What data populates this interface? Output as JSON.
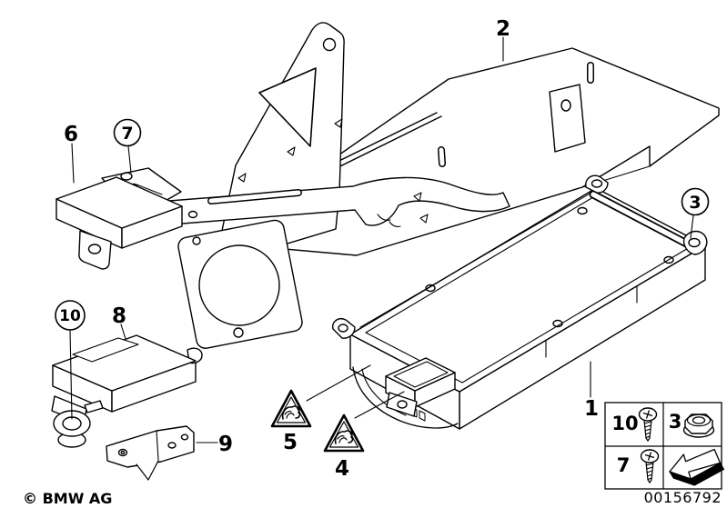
{
  "callouts": {
    "c1": {
      "label": "1",
      "style": "plain"
    },
    "c2": {
      "label": "2",
      "style": "plain"
    },
    "c3": {
      "label": "3",
      "style": "circled"
    },
    "c4": {
      "label": "4",
      "style": "plain"
    },
    "c5": {
      "label": "5",
      "style": "plain"
    },
    "c6": {
      "label": "6",
      "style": "plain"
    },
    "c7": {
      "label": "7",
      "style": "circled"
    },
    "c8": {
      "label": "8",
      "style": "plain"
    },
    "c9": {
      "label": "9",
      "style": "plain"
    },
    "c10": {
      "label": "10",
      "style": "circled"
    }
  },
  "legend": {
    "items": [
      {
        "num": "10",
        "icon": "screw"
      },
      {
        "num": "3",
        "icon": "flange-nut"
      },
      {
        "num": "7",
        "icon": "screw"
      },
      {
        "num": "",
        "icon": "direction-arrow"
      }
    ]
  },
  "footer": {
    "copyright": "© BMW AG",
    "document_number": "00156792"
  },
  "colors": {
    "line": "#000000",
    "background": "#ffffff"
  }
}
